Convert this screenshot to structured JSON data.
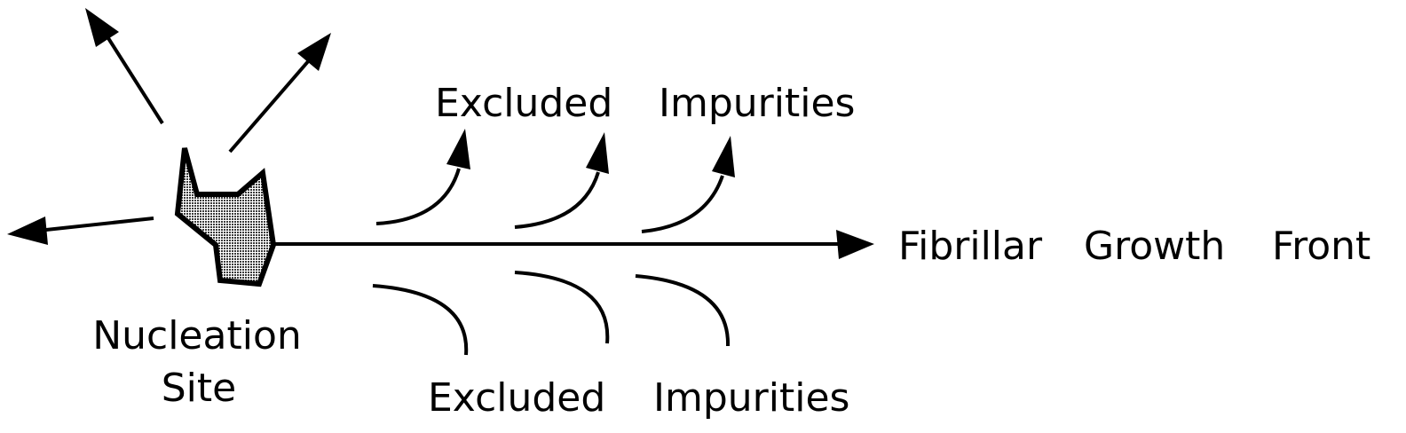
{
  "diagram": {
    "title": "Fibrillar growth from a nucleation site with impurity exclusion",
    "colors": {
      "ink": "#000000",
      "nucleus_fill": "#6e6e6e",
      "background": "#ffffff"
    },
    "labels": {
      "nucleation_line1": "Nucleation",
      "nucleation_line2": "Site",
      "growth_front_1": "Fibrillar",
      "growth_front_2": "Growth",
      "growth_front_3": "Front",
      "top_excluded": "Excluded",
      "top_impurities": "Impurities",
      "bottom_excluded": "Excluded",
      "bottom_impurities": "Impurities"
    },
    "nodes": [
      {
        "id": "nucleation-site",
        "label": "Nucleation Site",
        "shape": "irregular-polygon",
        "fill": "stippled-gray"
      },
      {
        "id": "growth-front",
        "label": "Fibrillar Growth Front"
      }
    ],
    "edges": [
      {
        "from": "nucleation-site",
        "to": "growth-front",
        "style": "straight-arrow"
      },
      {
        "from": "nucleation-site",
        "direction": "up-left",
        "style": "straight-arrow"
      },
      {
        "from": "nucleation-site",
        "direction": "up-right",
        "style": "straight-arrow"
      },
      {
        "from": "nucleation-site",
        "direction": "left",
        "style": "straight-arrow"
      }
    ],
    "impurity_flows": {
      "above_axis": {
        "count": 3,
        "style": "curved-arrow",
        "label": "Excluded Impurities"
      },
      "below_axis": {
        "count": 3,
        "style": "curved-line",
        "label": "Excluded Impurities"
      }
    }
  }
}
